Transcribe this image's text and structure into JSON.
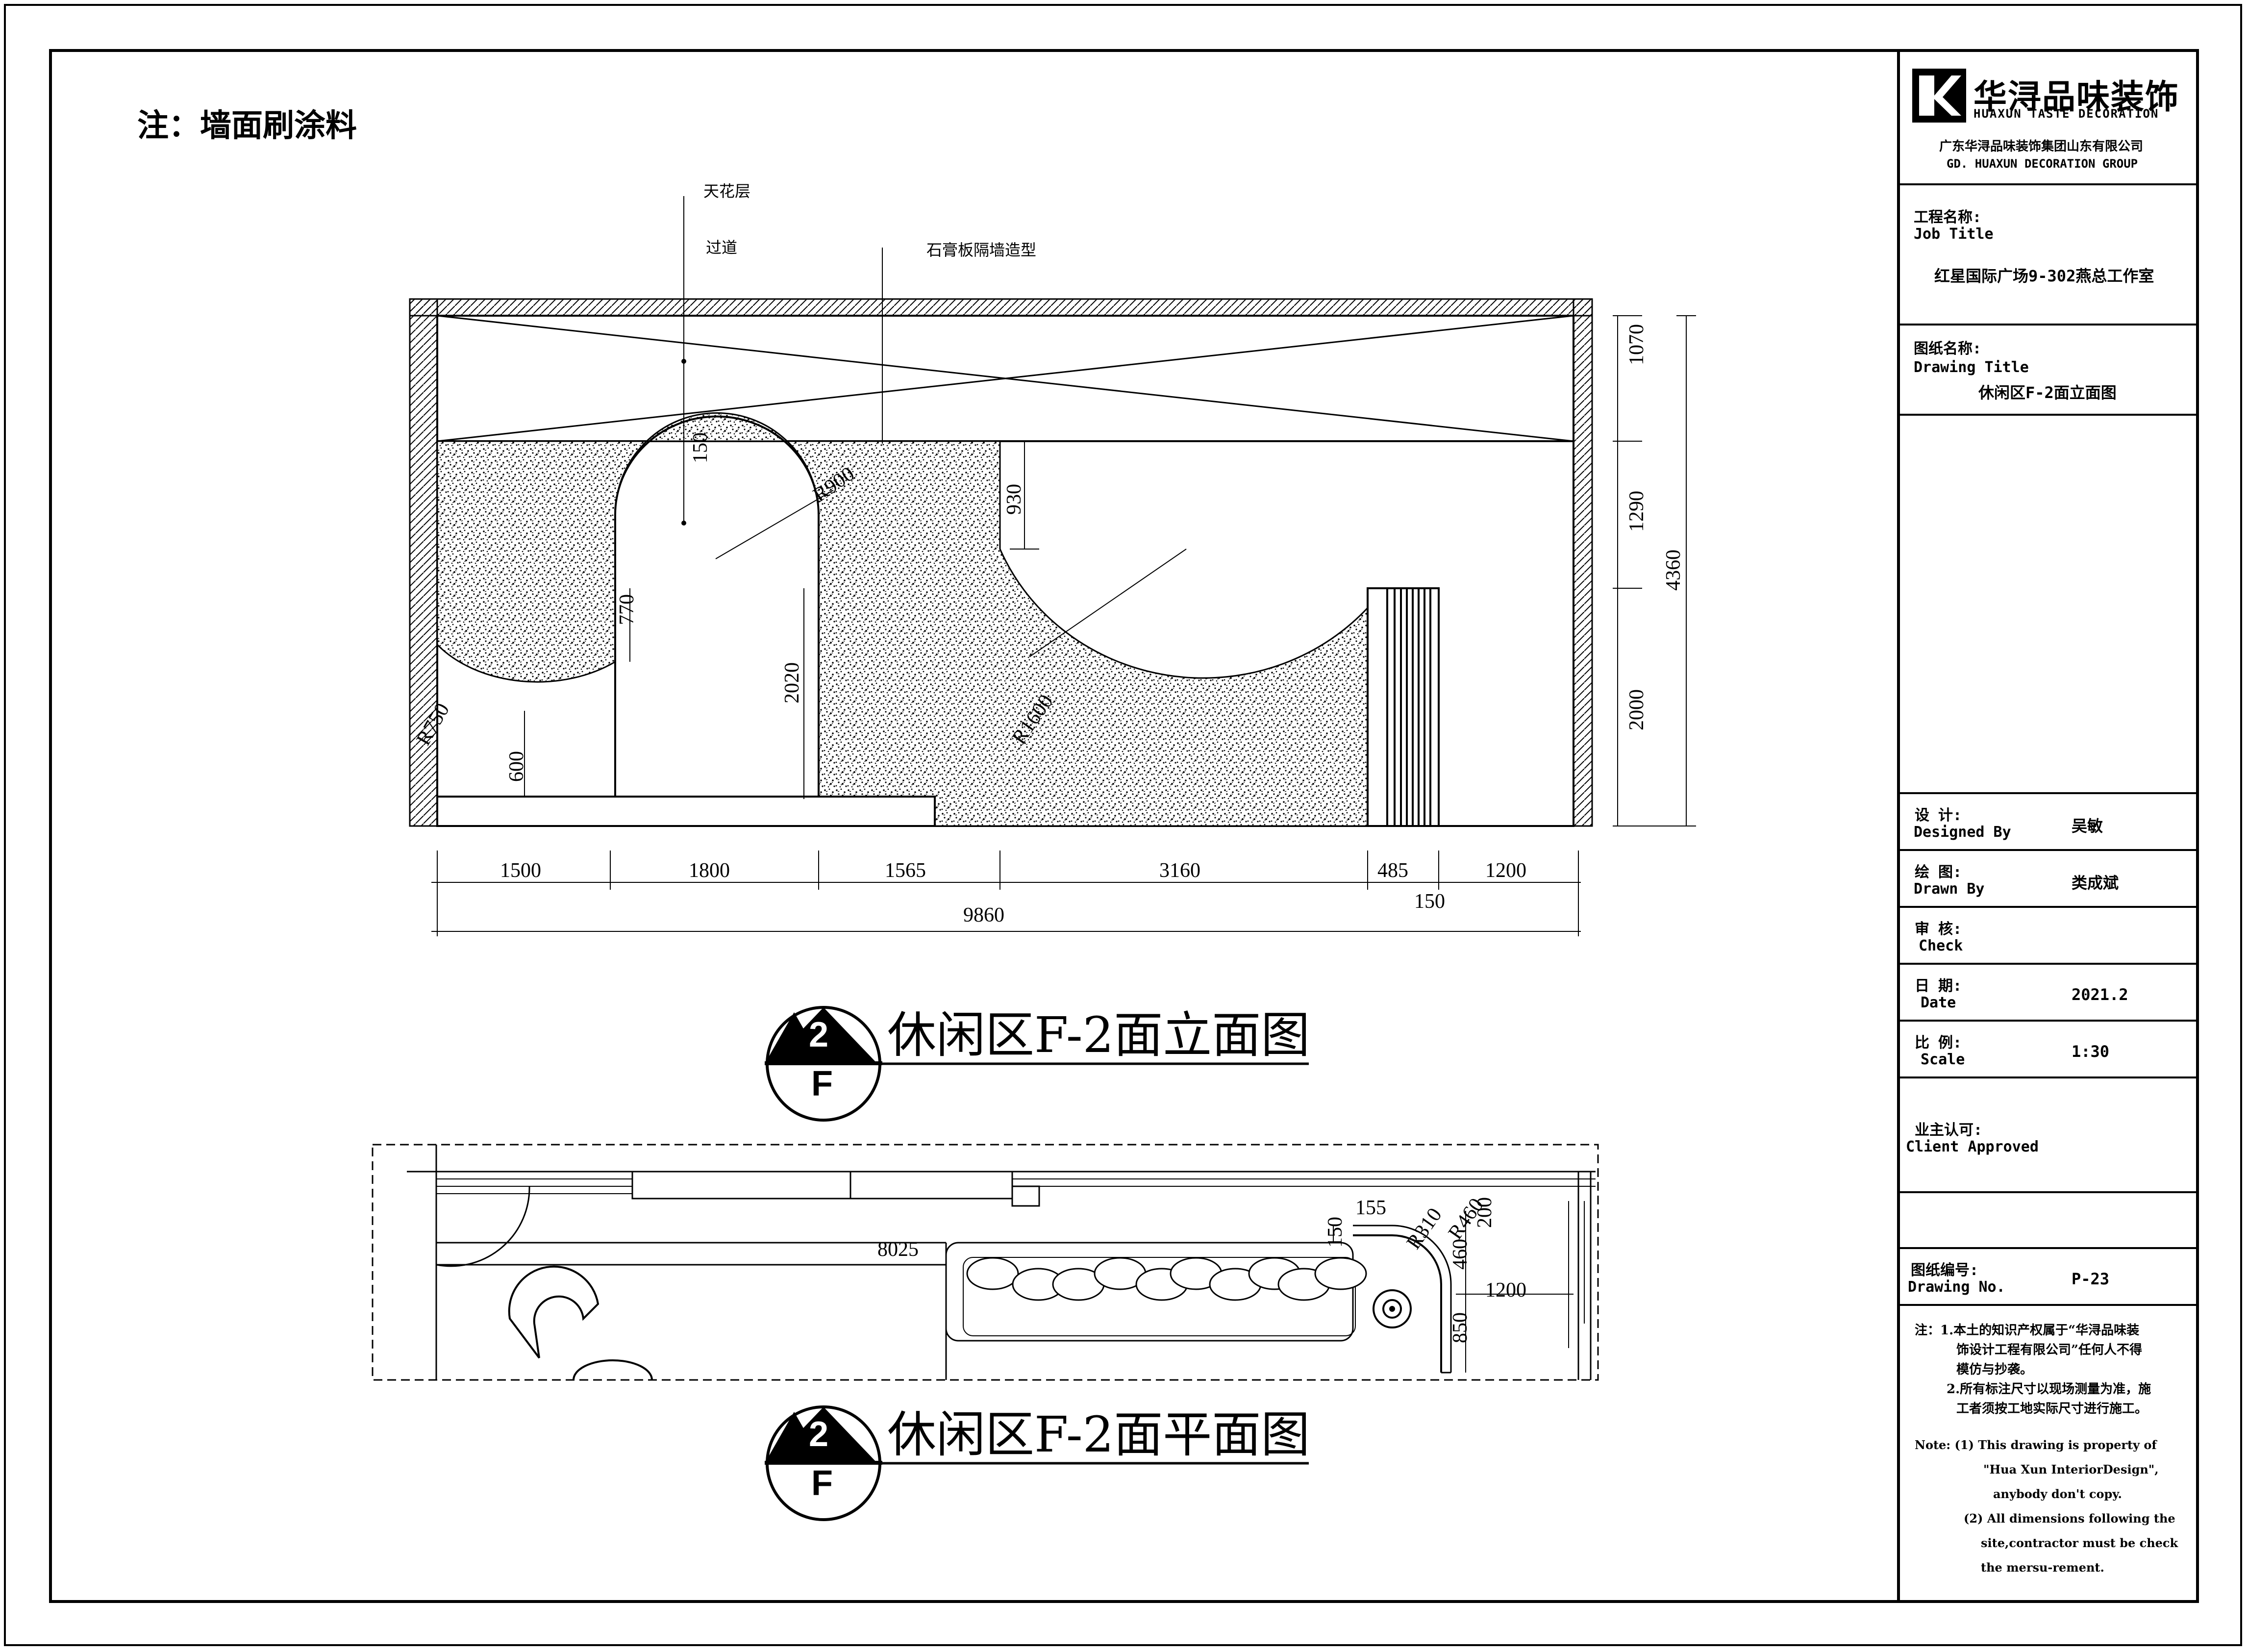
{
  "note": "注：墙面刷涂料",
  "labels": {
    "ceiling": "天花层",
    "corridor": "过道",
    "gypsum": "石膏板隔墙造型"
  },
  "elevation_dims": {
    "right_1070": "1070",
    "right_1290": "1290",
    "right_2000": "2000",
    "right_4360": "4360",
    "d930": "930",
    "d770": "770",
    "d2020": "2020",
    "d600": "600",
    "d150": "150",
    "r900": "R900",
    "r750": "R750",
    "r1600": "R1600",
    "b1500": "1500",
    "b1800": "1800",
    "b1565": "1565",
    "b3160": "3160",
    "b485": "485",
    "b1200": "1200",
    "b150": "150",
    "total": "9860"
  },
  "plan_dims": {
    "d8025": "8025",
    "d155": "155",
    "r310": "R310",
    "r460": "R460",
    "d200": "200",
    "d460": "460",
    "d150": "150",
    "d1200": "1200",
    "d850": "850"
  },
  "titles": {
    "elevation": "休闲区F-2面立面图",
    "plan": "休闲区F-2面平面图",
    "marker_num": "2",
    "marker_letter": "F"
  },
  "title_block": {
    "company_logo_cn": "华浔品味装饰",
    "company_logo_en": "HUAXUN TASTE DECORATION",
    "company_cn": "广东华浔品味装饰集团山东有限公司",
    "company_en": "GD. HUAXUN  DECORATION  GROUP",
    "job_label_cn": "工程名称:",
    "job_label_en": "Job Title",
    "job_value": "红星国际广场9-302燕总工作室",
    "drawing_label_cn": "图纸名称:",
    "drawing_label_en": "Drawing Title",
    "drawing_value": "休闲区F-2面立面图",
    "designed_cn": "设  计:",
    "designed_en": "Designed By",
    "designed_value": "吴敏",
    "drawn_cn": "绘  图:",
    "drawn_en": "Drawn By",
    "drawn_value": "类成斌",
    "check_cn": "审  核:",
    "check_en": "Check",
    "date_cn": "日  期:",
    "date_en": "Date",
    "date_value": "2021.2",
    "scale_cn": "比  例:",
    "scale_en": "Scale",
    "scale_value": "1:30",
    "approved_cn": "业主认可:",
    "approved_en": "Client Approved",
    "drawing_no_cn": "图纸编号:",
    "drawing_no_en": "Drawing No.",
    "drawing_no_value": "P-23",
    "notes_cn": [
      "注：1.本土的知识产权属于“华浔品味装",
      "饰设计工程有限公司”任何人不得",
      "模仿与抄袭。",
      "2.所有标注尺寸以现场测量为准，施",
      "工者须按工地实际尺寸进行施工。"
    ],
    "notes_en": [
      "Note:  (1) This drawing is property of",
      "\"Hua Xun InteriorDesign\",",
      "anybody don't copy.",
      "(2) All dimensions following the",
      "site,contractor must be check",
      "the mersu-rement."
    ]
  }
}
